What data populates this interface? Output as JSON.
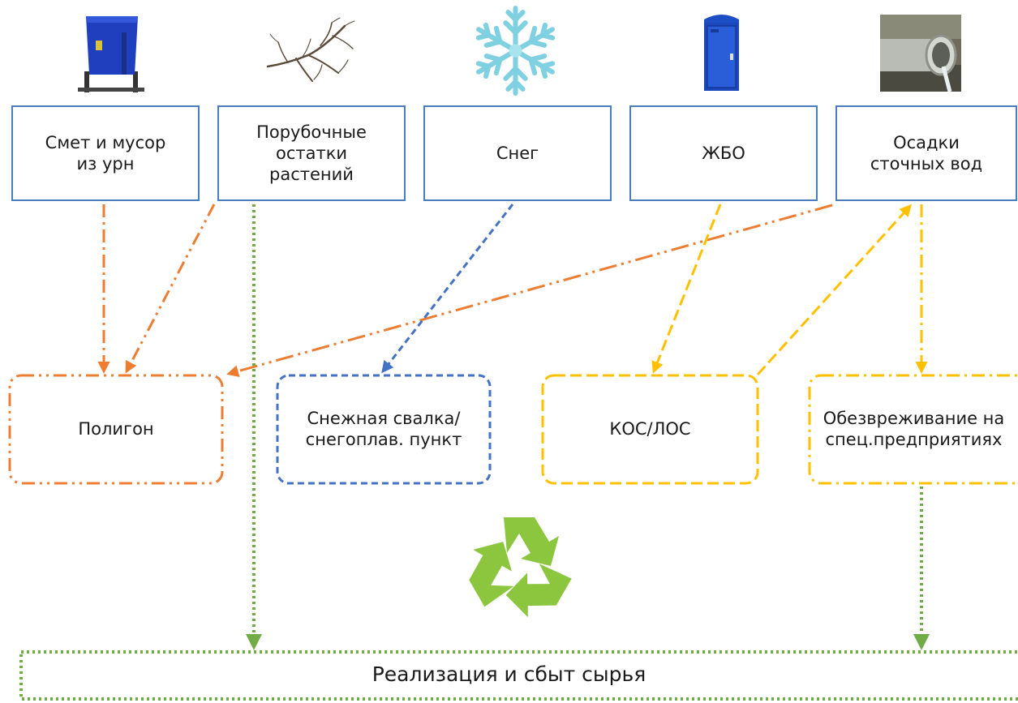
{
  "sources": [
    {
      "id": "smet",
      "label": "Смет и мусор\nиз урн",
      "icon": "trash-bin-icon"
    },
    {
      "id": "poruboch",
      "label": "Порубочные\nостатки\nрастений",
      "icon": "branches-icon"
    },
    {
      "id": "sneg",
      "label": "Снег",
      "icon": "snowflake-icon"
    },
    {
      "id": "zhbo",
      "label": "ЖБО",
      "icon": "portable-toilet-icon"
    },
    {
      "id": "osadki",
      "label": "Осадки\nсточных вод",
      "icon": "drain-pipe-icon"
    }
  ],
  "destinations": [
    {
      "id": "poligon",
      "label": "Полигон",
      "color": "#ed7d31"
    },
    {
      "id": "snezhnaya",
      "label": "Снежная свалка/\nснегоплав. пункт",
      "color": "#4472c4"
    },
    {
      "id": "kos",
      "label": "КОС/ЛОС",
      "color": "#ffc000"
    },
    {
      "id": "obezvr",
      "label": "Обезвреживание на\nспец.предприятиях",
      "color": "#ffc000"
    }
  ],
  "final": {
    "label": "Реализация и сбыт сырья",
    "color": "#70ad47"
  },
  "recycle_icon": "recycle-icon",
  "colors": {
    "box_border": "#4a7ebb",
    "orange": "#ed7d31",
    "blue": "#4472c4",
    "yellow": "#ffc000",
    "green": "#70ad47",
    "recycle": "#8cc63f"
  }
}
